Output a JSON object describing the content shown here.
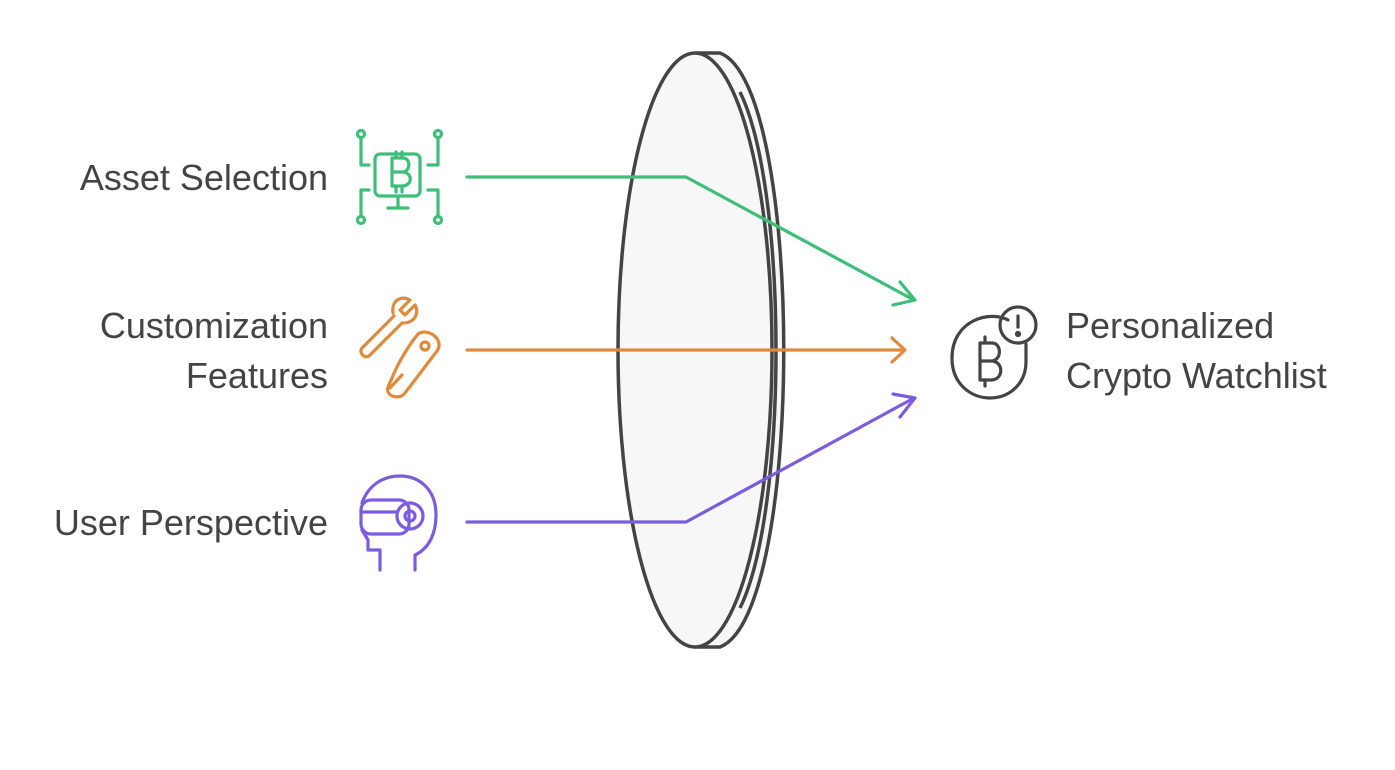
{
  "inputs": [
    {
      "id": "asset",
      "line1": "Asset Selection",
      "line2": "",
      "icon": "bitcoin-monitor-circuit-icon",
      "color": "#3dbf7a"
    },
    {
      "id": "custom",
      "line1": "Customization",
      "line2": "Features",
      "icon": "wrench-pocketknife-icon",
      "color": "#e08a3c"
    },
    {
      "id": "user",
      "line1": "User Perspective",
      "line2": "",
      "icon": "vr-headset-head-icon",
      "color": "#7b5ce0"
    }
  ],
  "output": {
    "line1": "Personalized",
    "line2": "Crypto Watchlist",
    "icon": "bitcoin-alert-icon",
    "color": "#444444"
  },
  "lens": {
    "icon": "lens-icon",
    "stroke": "#444444",
    "fill": "#f7f7f7"
  }
}
